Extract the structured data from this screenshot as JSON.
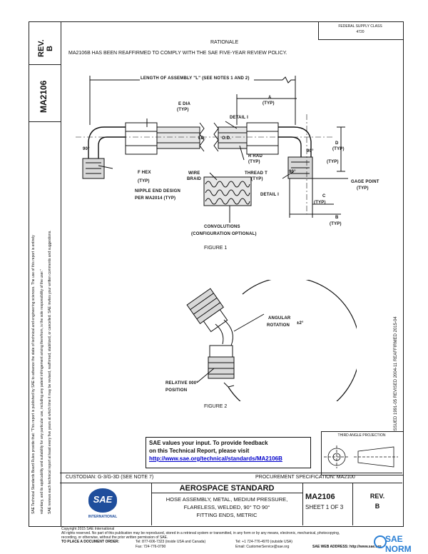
{
  "header": {
    "rev_label": "REV.",
    "rev_value": "B",
    "doc_number": "MA2106",
    "fsc": "FEDERAL SUPPLY CLASS",
    "fsc_code": "4720",
    "rationale_title": "RATIONALE",
    "rationale_text": "MA2106B HAS BEEN REAFFIRMED TO COMPLY WITH THE SAE FIVE-YEAR REVIEW POLICY."
  },
  "side_margin": {
    "line1": "SAE   Technical Standards Board Rules provide that: \"This report is published by SAE to advance the state of technical and engineering sciences. The use of this report is entirely",
    "line2": "voluntary, and its applicability and suitability for any particular use, including any patent infringement arising therefrom, is the sole responsibility of the user.\"",
    "line3": "SAE reviews each technical report at least every five years at which time it may be revised, reaffirmed, stabilized, or cancelled. SAE invites your written comments and suggestions.",
    "right_margin": "ISSUED 1991-05   REVISED 2004-11   REAFFIRMED 2015-04"
  },
  "figure1": {
    "caption": "FIGURE 1",
    "labels": {
      "length": "LENGTH OF ASSEMBLY \"L\" (SEE NOTES 1 AND 2)",
      "a_typ": "A",
      "typ": "(TYP)",
      "e_dia": "E DIA",
      "detail_i": "DETAIL I",
      "id": "I.D.",
      "od": "O.D.",
      "r_rad": "R RAD",
      "angle_90": "90°",
      "f_hex": "F HEX",
      "wire_braid": "WIRE",
      "braid": "BRAID",
      "thread_t": "THREAD T",
      "gage_point": "GAGE POINT",
      "nipple": "NIPPLE END DESIGN",
      "per": "PER MA2014 (TYP)",
      "detail_i2": "DETAIL I",
      "c": "C",
      "b": "B",
      "d": "D",
      "convolutions": "CONVOLUTIONS",
      "config": "(CONFIGURATION OPTIONAL)"
    }
  },
  "figure2": {
    "caption": "FIGURE 2",
    "labels": {
      "angular": "ANGULAR",
      "rotation": "ROTATION",
      "tol": "±2°",
      "relative": "RELATIVE 000°",
      "position": "POSITION"
    }
  },
  "feedback": {
    "line1": "SAE values your input. To provide feedback",
    "line2": "on this Technical Report, please visit",
    "url": "http://www.sae.org/technical/standards/MA2106B"
  },
  "projection": {
    "title": "THIRD ANGLE PROJECTION"
  },
  "title_block": {
    "custodian": "CUSTODIAN: G-3/G-3D (SEE NOTE 7)",
    "procurement": "PROCUREMENT SPECIFICATION: MA2100",
    "logo_text": "SAE",
    "logo_sub": "INTERNATIONAL",
    "standard": "AEROSPACE STANDARD",
    "title_line1": "HOSE ASSEMBLY, METAL, MEDIUM PRESSURE,",
    "title_line2": "FLARELESS, WELDED, 90° TO 90°",
    "title_line3": "FITTING ENDS, METRIC",
    "doc": "MA2106",
    "sheet": "SHEET 1 OF 3",
    "rev_label": "REV.",
    "rev_value": "B"
  },
  "footer": {
    "copyright": "Copyright 2015 SAE International",
    "rights1": "All rights reserved. No part of this publication may be reproduced, stored in a retrieval system or transmitted, in any form or by any means, electronic, mechanical, photocopying,",
    "rights2": "recording, or otherwise, without the prior written permission of SAE.",
    "order_label": "TO PLACE A DOCUMENT ORDER:",
    "tel1": "Tel: 877-606-7323 (inside USA and Canada)",
    "tel2": "Tel: +1 724-776-4970 (outside USA)",
    "fax": "Fax: 724-776-0790",
    "email": "Email: CustomerService@sae.org",
    "web": "SAE WEB ADDRESS: http://www.sae.org",
    "watermark": "SAE NORM"
  }
}
